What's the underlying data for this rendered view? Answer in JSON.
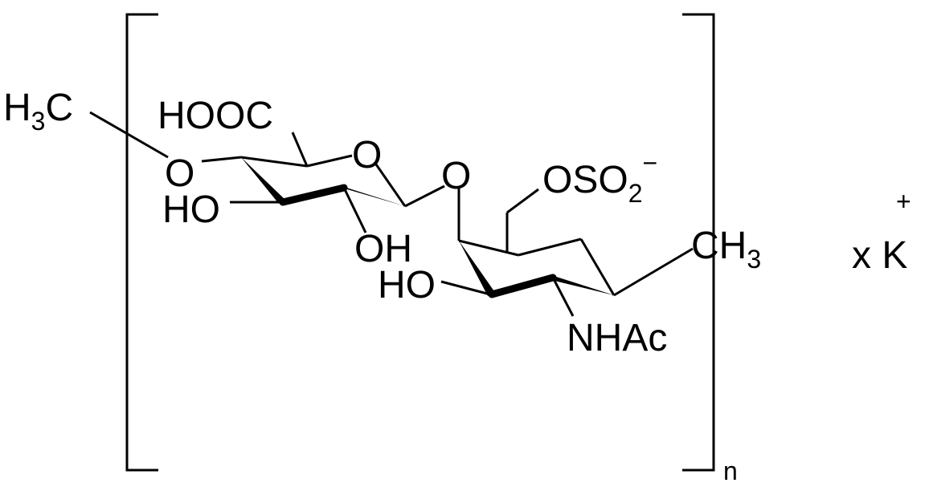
{
  "labels": {
    "h3c_left": {
      "main": "H",
      "sub": "3",
      "tail": "C"
    },
    "hooc": "HOOC",
    "o_ring1": "O",
    "o_left": "O",
    "ho_left": "HO",
    "oh_mid": "OH",
    "o_link": "O",
    "oso2": {
      "main": "OSO",
      "sub": "2",
      "charge": "−"
    },
    "ch3_right": {
      "main": "CH",
      "sub": "3"
    },
    "ho_ring2": "HO",
    "nhac": "NHAc",
    "subscript_n": "n",
    "counterion": {
      "prefix": "x K",
      "charge": "+"
    }
  },
  "colors": {
    "ink": "#000000",
    "background": "#ffffff"
  }
}
